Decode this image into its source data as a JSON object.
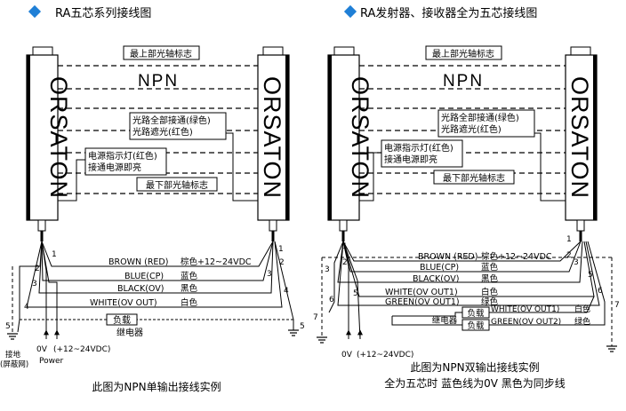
{
  "colors": {
    "diamond": "#1f7fd6",
    "line": "#000000"
  },
  "left": {
    "title": "RA五芯系列接线图",
    "brand": "ORSATON",
    "npn_label": "NPN",
    "top_axis_label": "最上部光轴标志",
    "bottom_axis_label": "最下部光轴标志",
    "light_box": [
      "光路全部接通(绿色)",
      "光路遮光(红色)"
    ],
    "power_box": [
      "电源指示灯(红色)",
      "接通电源即亮"
    ],
    "wires": [
      {
        "name": "BROWN (RED)",
        "note": "棕色+12~24VDC"
      },
      {
        "name": "BLUE(CP)",
        "note": "蓝色"
      },
      {
        "name": "BLACK(OV)",
        "note": "黑色"
      },
      {
        "name": "WHITE(OV  OUT)",
        "note": "白色"
      }
    ],
    "pin_numbers": [
      "1",
      "2",
      "3",
      "4",
      "5"
    ],
    "load_label": "负载",
    "relay_label": "继电器",
    "ground_label": [
      "接地",
      "(屏蔽网)"
    ],
    "power_labels": {
      "zero": "0V",
      "plus": "(+12~24VDC)",
      "power": "Power"
    },
    "caption": "此图为NPN单输出接线实例"
  },
  "right": {
    "title": "RA发射器、接收器全为五芯接线图",
    "brand": "ORSATON",
    "npn_label": "NPN",
    "top_axis_label": "最上部光轴标志",
    "bottom_axis_label": "最下部光轴标志",
    "light_box": [
      "光路全部接通(绿色)",
      "光路遮光(红色)"
    ],
    "power_box": [
      "电源指示灯(红色)",
      "接通电源即亮"
    ],
    "wires": [
      {
        "name": "BROWN (RED)",
        "note": "棕色+12~24VDC"
      },
      {
        "name": "BLUE(CP)",
        "note": "蓝色"
      },
      {
        "name": "BLACK(OV)",
        "note": "黑色"
      },
      {
        "name": "WHITE(OV  OUT1)",
        "note": "白色"
      },
      {
        "name": "GREEN(OV  OUT1)",
        "note": "绿色"
      }
    ],
    "receiver_wires": [
      {
        "name": "WHITE(OV  OUT1)",
        "note": "白色"
      },
      {
        "name": "GREEN(OV  OUT2)",
        "note": "绿色"
      }
    ],
    "pin_numbers": [
      "1",
      "2",
      "3",
      "5",
      "6",
      "7"
    ],
    "load_label": "负载",
    "relay_label": "继电器",
    "power_labels": {
      "zero": "0V",
      "plus": "(+12~24VDC)"
    },
    "caption": [
      "此图为NPN双输出接线实例",
      "全为五芯时  蓝色线为0V  黑色为同步线"
    ]
  }
}
